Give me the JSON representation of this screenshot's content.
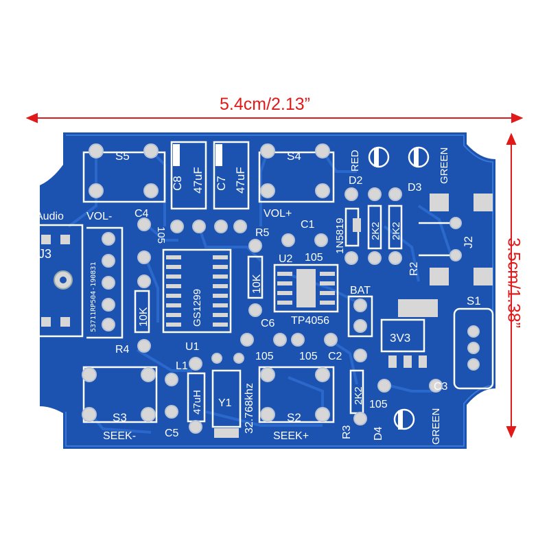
{
  "image": {
    "subject": "blue-pcb-board",
    "colors": {
      "board": "#1c52b0",
      "trace": "#2a66c8",
      "silk": "#ffffff",
      "pad": "#d7d7d7",
      "dimension": "#e01a1a"
    }
  },
  "dimensions": {
    "width_label": "5.4cm/2.13”",
    "height_label": "3.5cm/1.38”"
  },
  "silkscreen": {
    "s5": "S5",
    "s4": "S4",
    "s3": "S3",
    "s2": "S2",
    "s1": "S1",
    "c8": "C8",
    "c8_val": "47uF",
    "c7": "C7",
    "c7_val": "47uF",
    "red": "RED",
    "green_top": "GREEN",
    "d2": "D2",
    "d3": "D3",
    "audio": "Audio",
    "vol_minus": "VOL-",
    "vol_plus": "VOL+",
    "c4": "C4",
    "c4_val": "105",
    "c1": "C1",
    "c1_val": "105",
    "r5": "R5",
    "r5_val": "10K",
    "in5819": "1N5819",
    "r2k2_a": "2K2",
    "r2k2_b": "2K2",
    "j2": "J2",
    "r2": "R2",
    "j3": "J3",
    "part_no": "53711RP504-190831",
    "chip_u1": "GS1299",
    "u1": "U1",
    "u2": "U2",
    "tp4056": "TP4056",
    "r4": "R4",
    "r4_val": "10K",
    "bat": "BAT",
    "c6": "C6",
    "c6_val": "105",
    "c2_val": "105",
    "c2": "C2",
    "v3v3": "3V3",
    "l1": "L1",
    "l1_val": "47uH",
    "y1": "Y1",
    "crystal": "32.768khz",
    "r3": "R3",
    "r3_val": "2K2",
    "c3": "C3",
    "c3_val": "105",
    "d4": "D4",
    "green_bottom": "GREEN",
    "c5": "C5",
    "seek_minus": "SEEK-",
    "seek_plus": "SEEK+"
  }
}
